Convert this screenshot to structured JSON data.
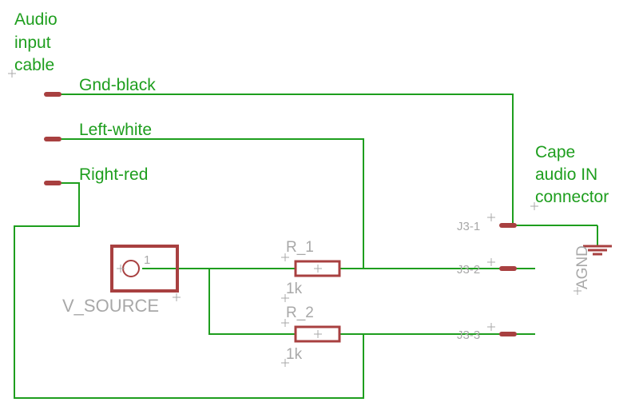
{
  "colors": {
    "wire": "#1e9e1e",
    "part": "#a84040",
    "text_green": "#1e9e1e",
    "text_gray": "#a8a8a8"
  },
  "title_lines": [
    "Audio",
    "input",
    "cable"
  ],
  "cable_wires": {
    "gnd": "Gnd-black",
    "left": "Left-white",
    "right": "Right-red"
  },
  "cape_lines": [
    "Cape",
    "audio IN",
    "connector"
  ],
  "connector_pins": {
    "p1": "J3-1",
    "p2": "J3-2",
    "p3": "J3-3"
  },
  "ground_label": "AGND",
  "source": {
    "name": "V_SOURCE",
    "pin": "1"
  },
  "resistors": [
    {
      "name": "R_1",
      "value": "1k"
    },
    {
      "name": "R_2",
      "value": "1k"
    }
  ],
  "origin_mark": "+"
}
